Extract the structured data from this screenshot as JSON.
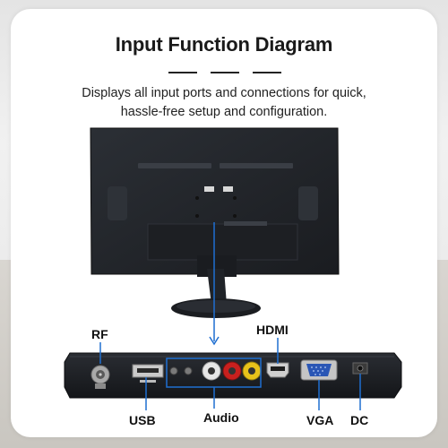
{
  "page": {
    "title": "Input Function Diagram",
    "subtitle_line1": "Displays all input ports and connections for quick,",
    "subtitle_line2": "hassle-free setup and configuration."
  },
  "ports": {
    "rf": "RF",
    "hdmi": "HDMI",
    "usb": "USB",
    "audio": "Audio",
    "vga": "VGA",
    "dc": "DC"
  },
  "colors": {
    "callout_blue": "#1f6fd1",
    "monitor_body": "#23262b",
    "rca_red": "#c8201e",
    "rca_yellow": "#e8c21a",
    "vga_blue": "#2a56b5"
  }
}
